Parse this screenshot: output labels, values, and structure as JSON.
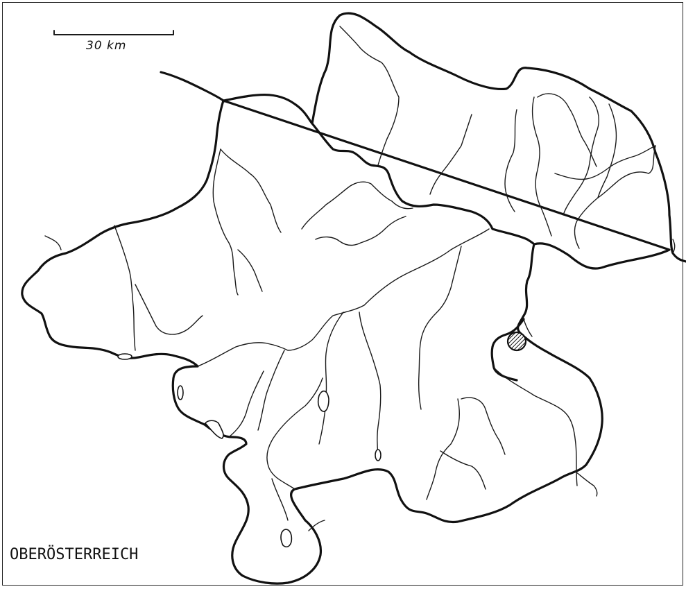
{
  "map": {
    "region_name": "OBERÖSTERREICH",
    "scale_bar_label": "30 km",
    "marker": {
      "name": "location-marker",
      "pattern": "hatched"
    },
    "colors": {
      "ink": "#111111",
      "background": "#ffffff"
    }
  }
}
